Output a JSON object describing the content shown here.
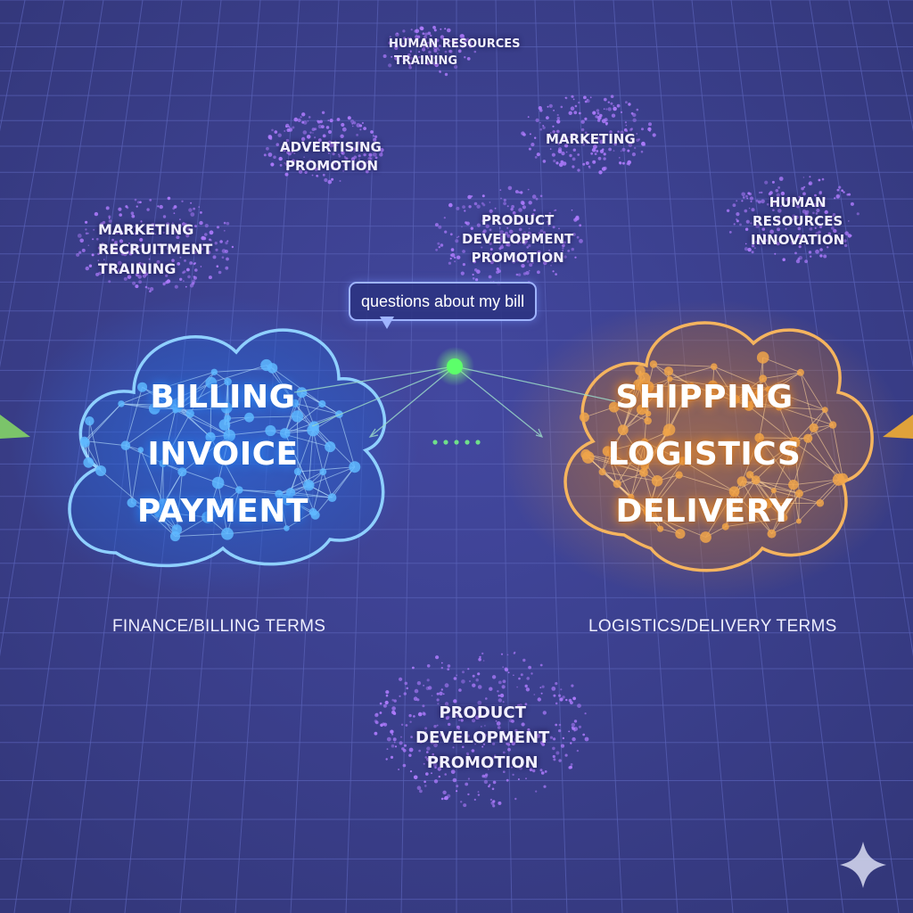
{
  "query": {
    "text": "questions about my bill"
  },
  "main_clusters": [
    {
      "id": "billing",
      "lines": [
        "BILLING",
        "INVOICE",
        "PAYMENT"
      ],
      "caption": "FINANCE/BILLING TERMS",
      "color": "#5fb8ff"
    },
    {
      "id": "shipping",
      "lines": [
        "SHIPPING",
        "LOGISTICS",
        "DELIVERY"
      ],
      "caption": "LOGISTICS/DELIVERY TERMS",
      "color": "#f0a54a"
    }
  ],
  "background_clusters": [
    {
      "id": "hr-training",
      "lines": [
        "HUMAN RESOURCES",
        "TRAINING"
      ]
    },
    {
      "id": "advertising",
      "lines": [
        "ADVERTISING",
        "PROMOTION"
      ]
    },
    {
      "id": "marketing",
      "lines": [
        "MARKETING"
      ]
    },
    {
      "id": "marketing-recruitment",
      "lines": [
        "MARKETING",
        "RECRUITMENT",
        "TRAINING"
      ]
    },
    {
      "id": "product-top",
      "lines": [
        "PRODUCT",
        "DEVELOPMENT",
        "PROMOTION"
      ]
    },
    {
      "id": "hr-innovation",
      "lines": [
        "HUMAN",
        "RESOURCES",
        "INNOVATION"
      ]
    },
    {
      "id": "product-bottom",
      "lines": [
        "PRODUCT",
        "DEVELOPMENT",
        "PROMOTION"
      ]
    }
  ],
  "colors": {
    "background": "#3b3f86",
    "grid": "#5a62b8",
    "query_point": "#5cff6a",
    "scatter": "#b07cff",
    "billing": "#5fb8ff",
    "shipping": "#f0a54a"
  },
  "icons": [
    "sparkle-icon",
    "left-arrow-icon",
    "right-arrow-icon"
  ]
}
